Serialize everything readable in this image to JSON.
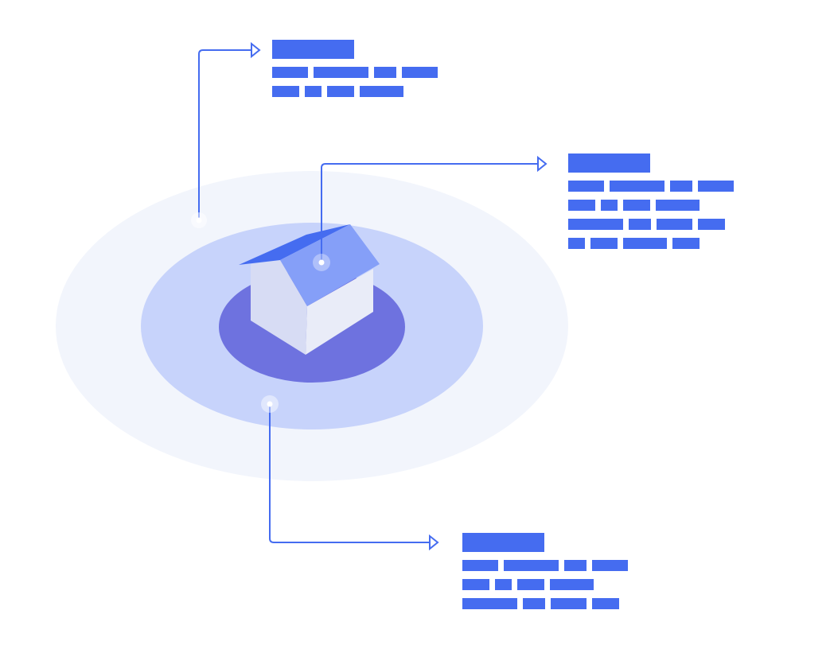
{
  "colors": {
    "accent": "#456cf0",
    "outer_ring": "#f2f5fc",
    "middle_ring": "#c7d3fb",
    "inner_ring": "#6e72df",
    "roof_dark": "#456cf0",
    "roof_light": "#859ff8",
    "wall_left": "#d7dcf4",
    "wall_right": "#e9ecf8"
  },
  "callouts": [
    {
      "id": "top-left",
      "rows": [
        [
          103
        ],
        [
          45,
          69,
          28,
          45
        ],
        [
          34,
          21,
          34,
          55
        ]
      ]
    },
    {
      "id": "right",
      "rows": [
        [
          103
        ],
        [
          45,
          69,
          28,
          45
        ],
        [
          34,
          21,
          34,
          55
        ],
        [
          69,
          28,
          45,
          34
        ],
        [
          21,
          34,
          55,
          34
        ]
      ]
    },
    {
      "id": "bottom",
      "rows": [
        [
          103
        ],
        [
          45,
          69,
          28,
          45
        ],
        [
          34,
          21,
          34,
          55
        ],
        [
          69,
          28,
          45,
          34
        ]
      ]
    }
  ]
}
